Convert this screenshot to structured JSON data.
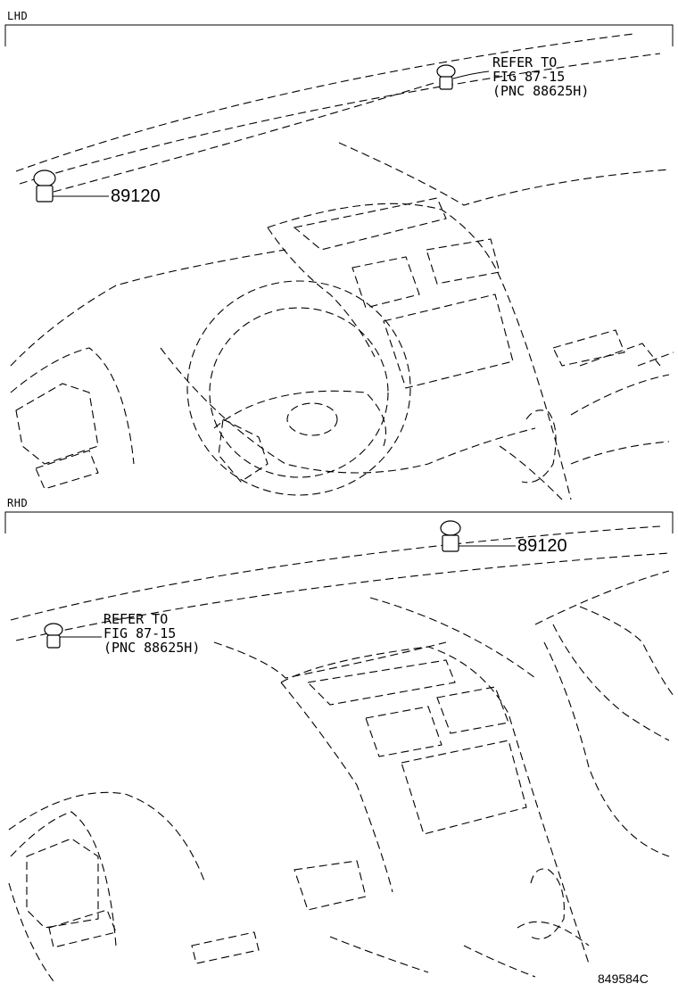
{
  "lhd": {
    "label": "LHD",
    "part_number": "89120",
    "refer": [
      "REFER TO",
      "FIG 87-15",
      "(PNC 88625H)"
    ]
  },
  "rhd": {
    "label": "RHD",
    "part_number": "89120",
    "refer": [
      "REFER TO",
      "FIG 87-15",
      "(PNC 88625H)"
    ]
  },
  "figure_id": "849584C"
}
